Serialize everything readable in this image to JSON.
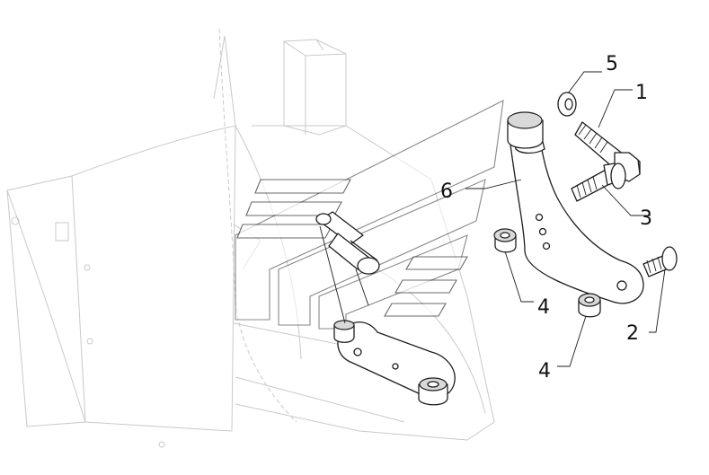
{
  "callouts": {
    "c1": "1",
    "c2": "2",
    "c3": "3",
    "c4a": "4",
    "c4b": "4",
    "c5": "5",
    "c6": "6"
  },
  "colors": {
    "background": "#ffffff",
    "line": "#1e1e1e",
    "ghost_line": "#c9c9c9"
  }
}
